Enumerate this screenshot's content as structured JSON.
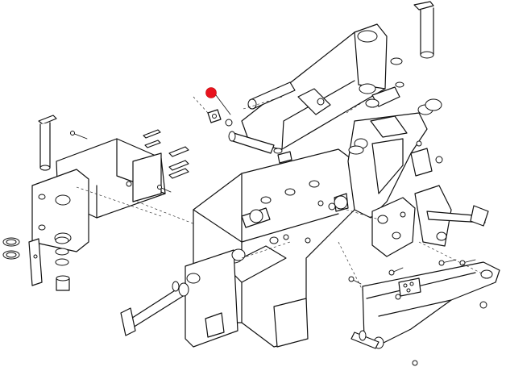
{
  "diagram": {
    "kind": "exploded-parts-drawing",
    "colors": {
      "line": "#111111",
      "background": "#ffffff",
      "marker": "#e8131e"
    },
    "marker": {
      "shape": "dot",
      "icon": "red-dot"
    }
  }
}
